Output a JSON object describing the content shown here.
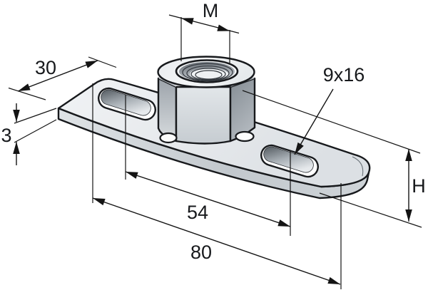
{
  "drawing": {
    "kind": "technical-line-drawing",
    "subject": "base-plate-with-threaded-hex-boss",
    "labels": {
      "thread": "M",
      "plate_width": "30",
      "plate_thickness": "3",
      "slot_size": "9x16",
      "slot_spacing": "54",
      "plate_length": "80",
      "overall_height": "H"
    },
    "colors": {
      "background": "#ffffff",
      "outline": "#17191c",
      "dimension_line": "#141414",
      "plate_top": "#eef0f2",
      "plate_side": "#c7cdd2",
      "nut_dark_face": "#8c949b",
      "slot_shadow": "#4e555b"
    }
  }
}
